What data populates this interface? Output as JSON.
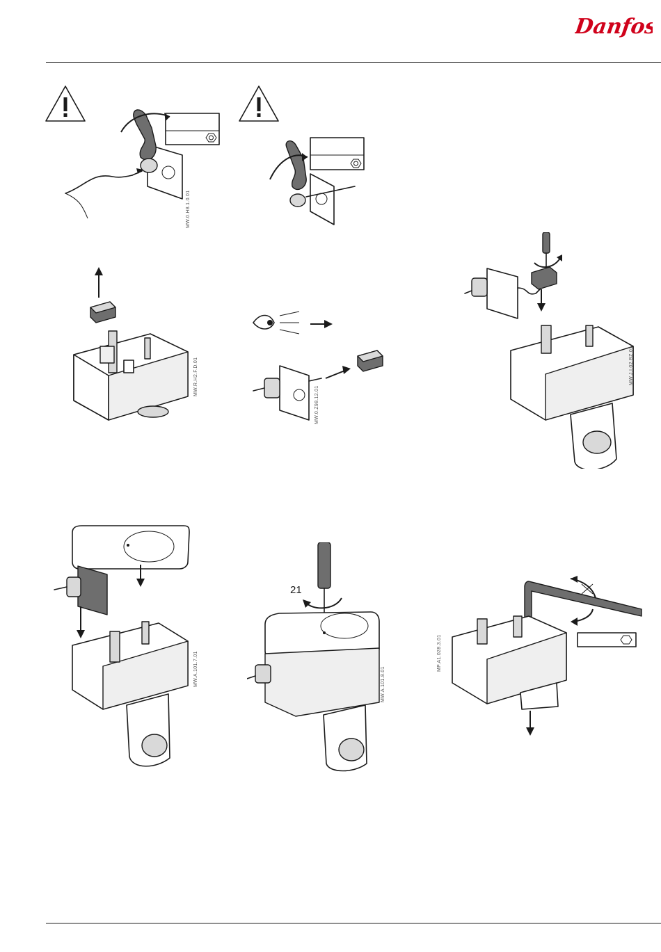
{
  "brand": {
    "name": "Danfoss",
    "color": "#d0021b"
  },
  "figures": [
    {
      "id": "wiring-warning-1",
      "code": "MW.0.H8.1.0.01"
    },
    {
      "id": "wiring-warning-2",
      "code": ""
    },
    {
      "id": "remove-terminal",
      "code": "MW.R.H2.F.D.01"
    },
    {
      "id": "inspect-gland",
      "code": "MW.0.Z98.12.01"
    },
    {
      "id": "connect-terminal",
      "code": "MW.J.I.02.BZ.01"
    },
    {
      "id": "fit-cover",
      "code": "MW.A.101.7.01"
    },
    {
      "id": "tighten-cover",
      "code": "MW.A.101.8.01",
      "tool_size": "21"
    },
    {
      "id": "manual-override",
      "code": "MP.A1.028.3.01"
    }
  ],
  "icons": [
    "warning-triangle-icon",
    "eye-icon",
    "hex-nut-icon",
    "screwdriver-icon",
    "allen-key-icon"
  ]
}
